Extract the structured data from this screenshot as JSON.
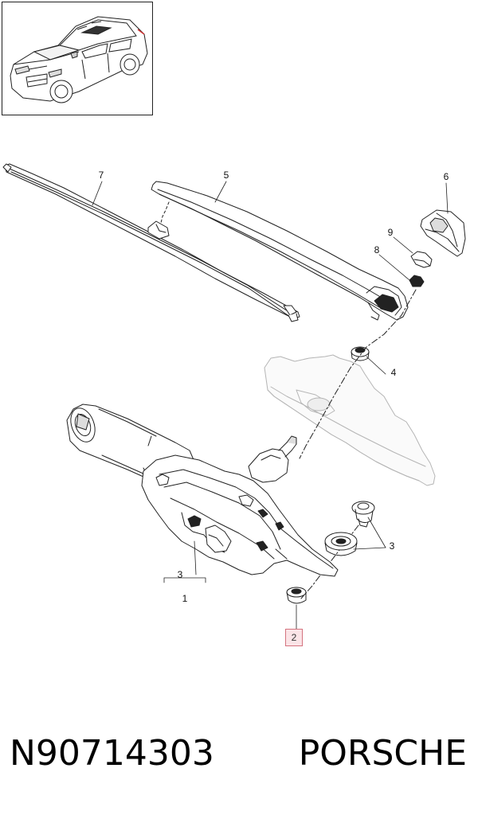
{
  "callouts": {
    "c7": "7",
    "c5": "5",
    "c6": "6",
    "c9": "9",
    "c8": "8",
    "c4": "4",
    "c3_right": "3",
    "c3_group": "3",
    "c1": "1",
    "c2": "2"
  },
  "footer": {
    "part_number": "N90714303",
    "brand": "PORSCHE"
  },
  "colors": {
    "line": "#222222",
    "ghost_panel": "#b5b5b5",
    "highlight_border": "#d4737f",
    "highlight_fill": "#fbe4e7"
  }
}
